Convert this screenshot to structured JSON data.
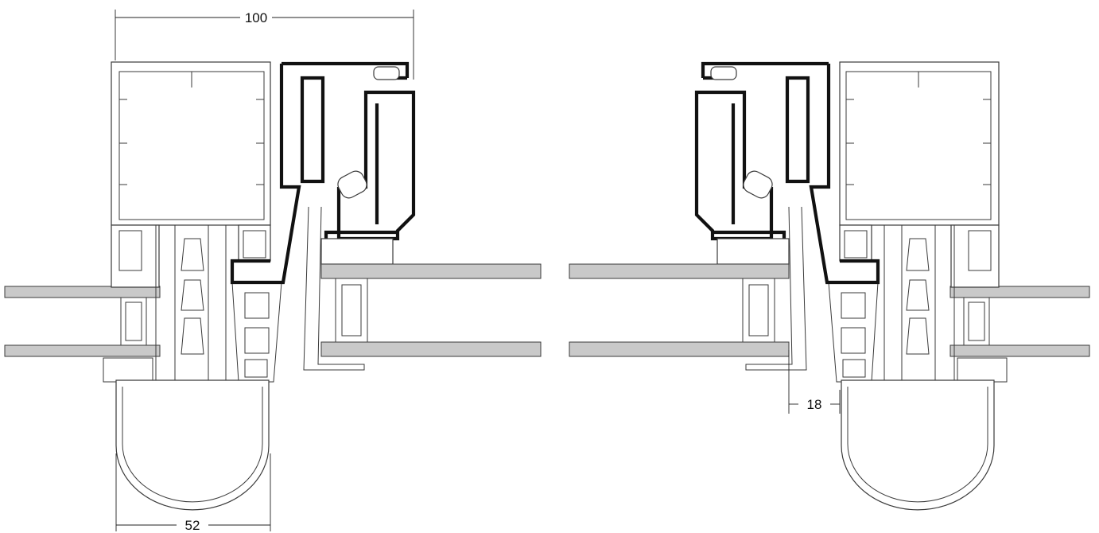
{
  "dimensions": {
    "top_width": "100",
    "bottom_width": "52",
    "right_offset": "18"
  }
}
